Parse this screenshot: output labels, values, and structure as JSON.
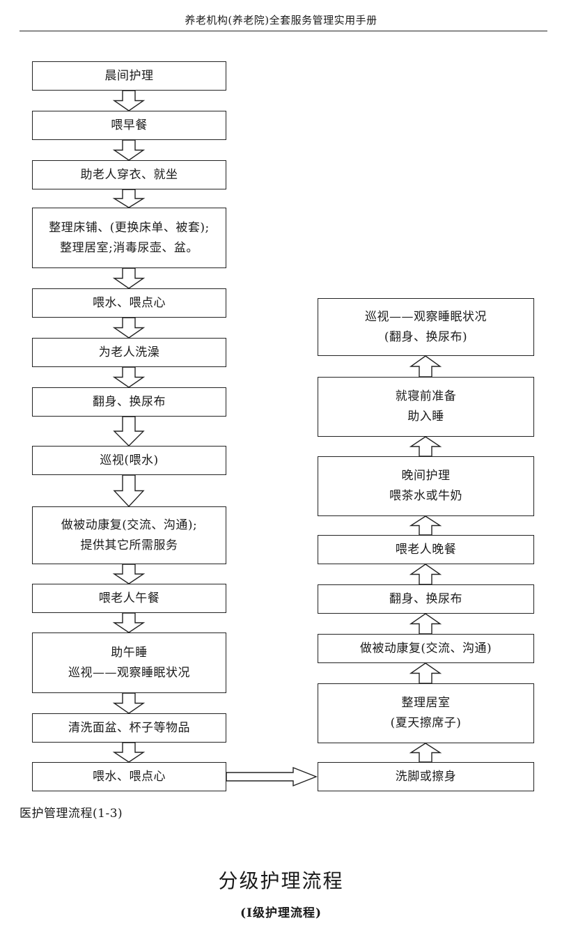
{
  "header": {
    "text": "养老机构(养老院)全套服务管理实用手册"
  },
  "left_column": [
    {
      "lines": [
        "晨间护理"
      ]
    },
    {
      "lines": [
        "喂早餐"
      ]
    },
    {
      "lines": [
        "助老人穿衣、就坐"
      ]
    },
    {
      "lines": [
        "整理床铺、(更换床单、被套);",
        "整理居室;消毒尿壶、盆。"
      ]
    },
    {
      "lines": [
        "喂水、喂点心"
      ]
    },
    {
      "lines": [
        "为老人洗澡"
      ]
    },
    {
      "lines": [
        "翻身、换尿布"
      ]
    },
    {
      "lines": [
        "巡视(喂水)"
      ]
    },
    {
      "lines": [
        "做被动康复(交流、沟通);",
        "提供其它所需服务"
      ]
    },
    {
      "lines": [
        "喂老人午餐"
      ]
    },
    {
      "lines": [
        "助午睡",
        "巡视——观察睡眠状况"
      ]
    },
    {
      "lines": [
        "清洗面盆、杯子等物品"
      ]
    },
    {
      "lines": [
        "喂水、喂点心"
      ]
    }
  ],
  "right_column": [
    {
      "lines": [
        "巡视——观察睡眠状况",
        "(翻身、换尿布)"
      ]
    },
    {
      "lines": [
        "就寝前准备",
        "助入睡"
      ]
    },
    {
      "lines": [
        "晚间护理",
        "喂茶水或牛奶"
      ]
    },
    {
      "lines": [
        "喂老人晚餐"
      ]
    },
    {
      "lines": [
        "翻身、换尿布"
      ]
    },
    {
      "lines": [
        "做被动康复(交流、沟通)"
      ]
    },
    {
      "lines": [
        "整理居室",
        "(夏天擦席子)"
      ]
    },
    {
      "lines": [
        "洗脚或擦身"
      ]
    }
  ],
  "caption": "医护管理流程(1-3)",
  "title": "分级护理流程",
  "subtitle": "(Ⅰ级护理流程)"
}
